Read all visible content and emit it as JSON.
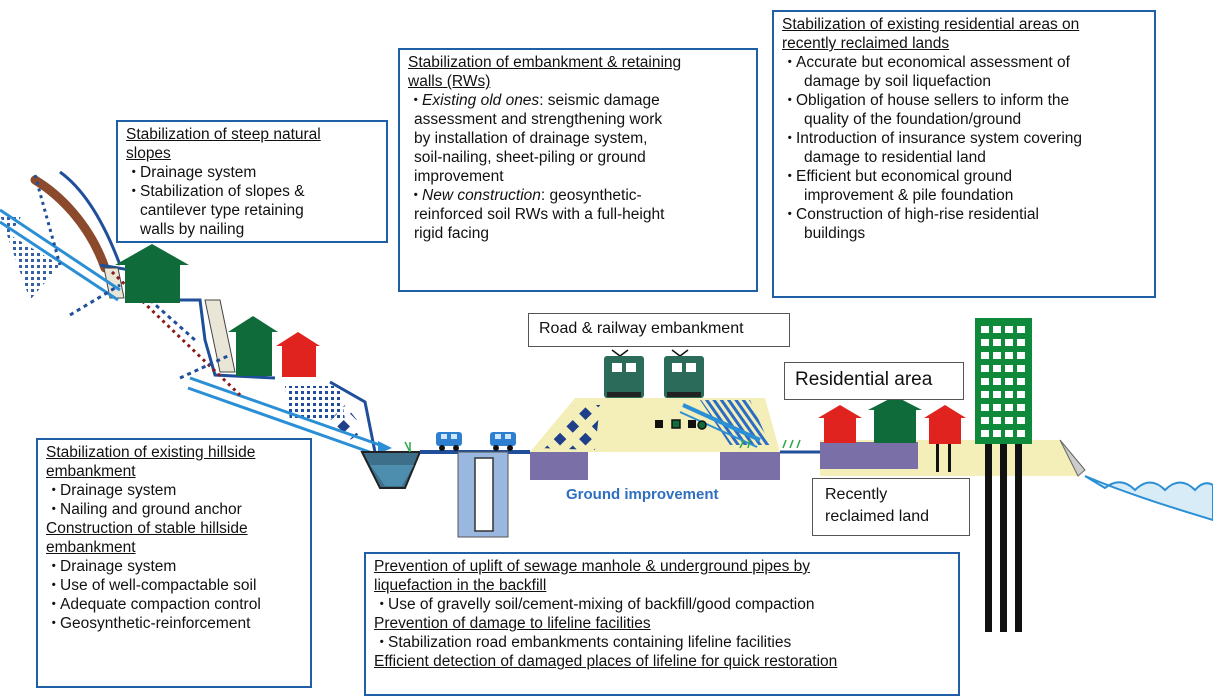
{
  "boxes": {
    "slopes": {
      "title": [
        "Stabilization of steep natural",
        "slopes"
      ],
      "items": [
        "Drainage system",
        "Stabilization of slopes &"
      ],
      "cont": [
        "cantilever type retaining",
        "walls by nailing"
      ]
    },
    "embankment": {
      "title": [
        "Stabilization of embankment & retaining",
        "walls (RWs)"
      ],
      "item1_lead": "Existing old ones",
      "item1_rest": ": seismic damage",
      "item1_cont": [
        "assessment and strengthening work",
        "by installation of drainage system,",
        "soil-nailing, sheet-piling or ground",
        "improvement"
      ],
      "item2_lead": "New construction",
      "item2_rest": ": geosynthetic-",
      "item2_cont": [
        "reinforced  soil RWs with a full-height",
        "rigid facing"
      ]
    },
    "residential": {
      "title": [
        "Stabilization of existing residential areas on",
        "recently reclaimed lands"
      ],
      "items": [
        [
          "Accurate but economical assessment of",
          "damage by soil liquefaction"
        ],
        [
          "Obligation of house sellers to inform the",
          "quality of the foundation/ground"
        ],
        [
          "Introduction of insurance system covering",
          "damage to residential land"
        ],
        [
          "Efficient but economical ground",
          "improvement & pile foundation"
        ],
        [
          "Construction of high-rise residential",
          "buildings"
        ]
      ]
    },
    "hillside": {
      "title1": [
        "Stabilization of existing hillside",
        "embankment"
      ],
      "items1": [
        "Drainage system",
        "Nailing and ground anchor"
      ],
      "title2": [
        "Construction of stable hillside",
        "embankment"
      ],
      "items2": [
        "Drainage system",
        "Use of well-compactable soil",
        "Adequate compaction control",
        "Geosynthetic-reinforcement"
      ]
    },
    "lifeline": {
      "title1": [
        "Prevention of uplift of sewage manhole & underground pipes by",
        "liquefaction in the backfill"
      ],
      "item1": "Use of gravelly soil/cement-mixing of backfill/good compaction",
      "title2": "Prevention of damage to lifeline facilities",
      "item2": "Stabilization road embankments containing lifeline facilities",
      "title3": "Efficient detection of damaged places of lifeline for quick restoration"
    }
  },
  "labels": {
    "road_railway": "Road & railway embankment",
    "residential_area": "Residential area",
    "reclaimed": [
      "Recently",
      "reclaimed land"
    ],
    "ground_improvement": "Ground improvement"
  },
  "colors": {
    "box_border": "#1f5fa8",
    "house_green": "#0f6b3a",
    "house_red": "#e0231e",
    "ground_improvement_text": "#2f6fbf"
  }
}
